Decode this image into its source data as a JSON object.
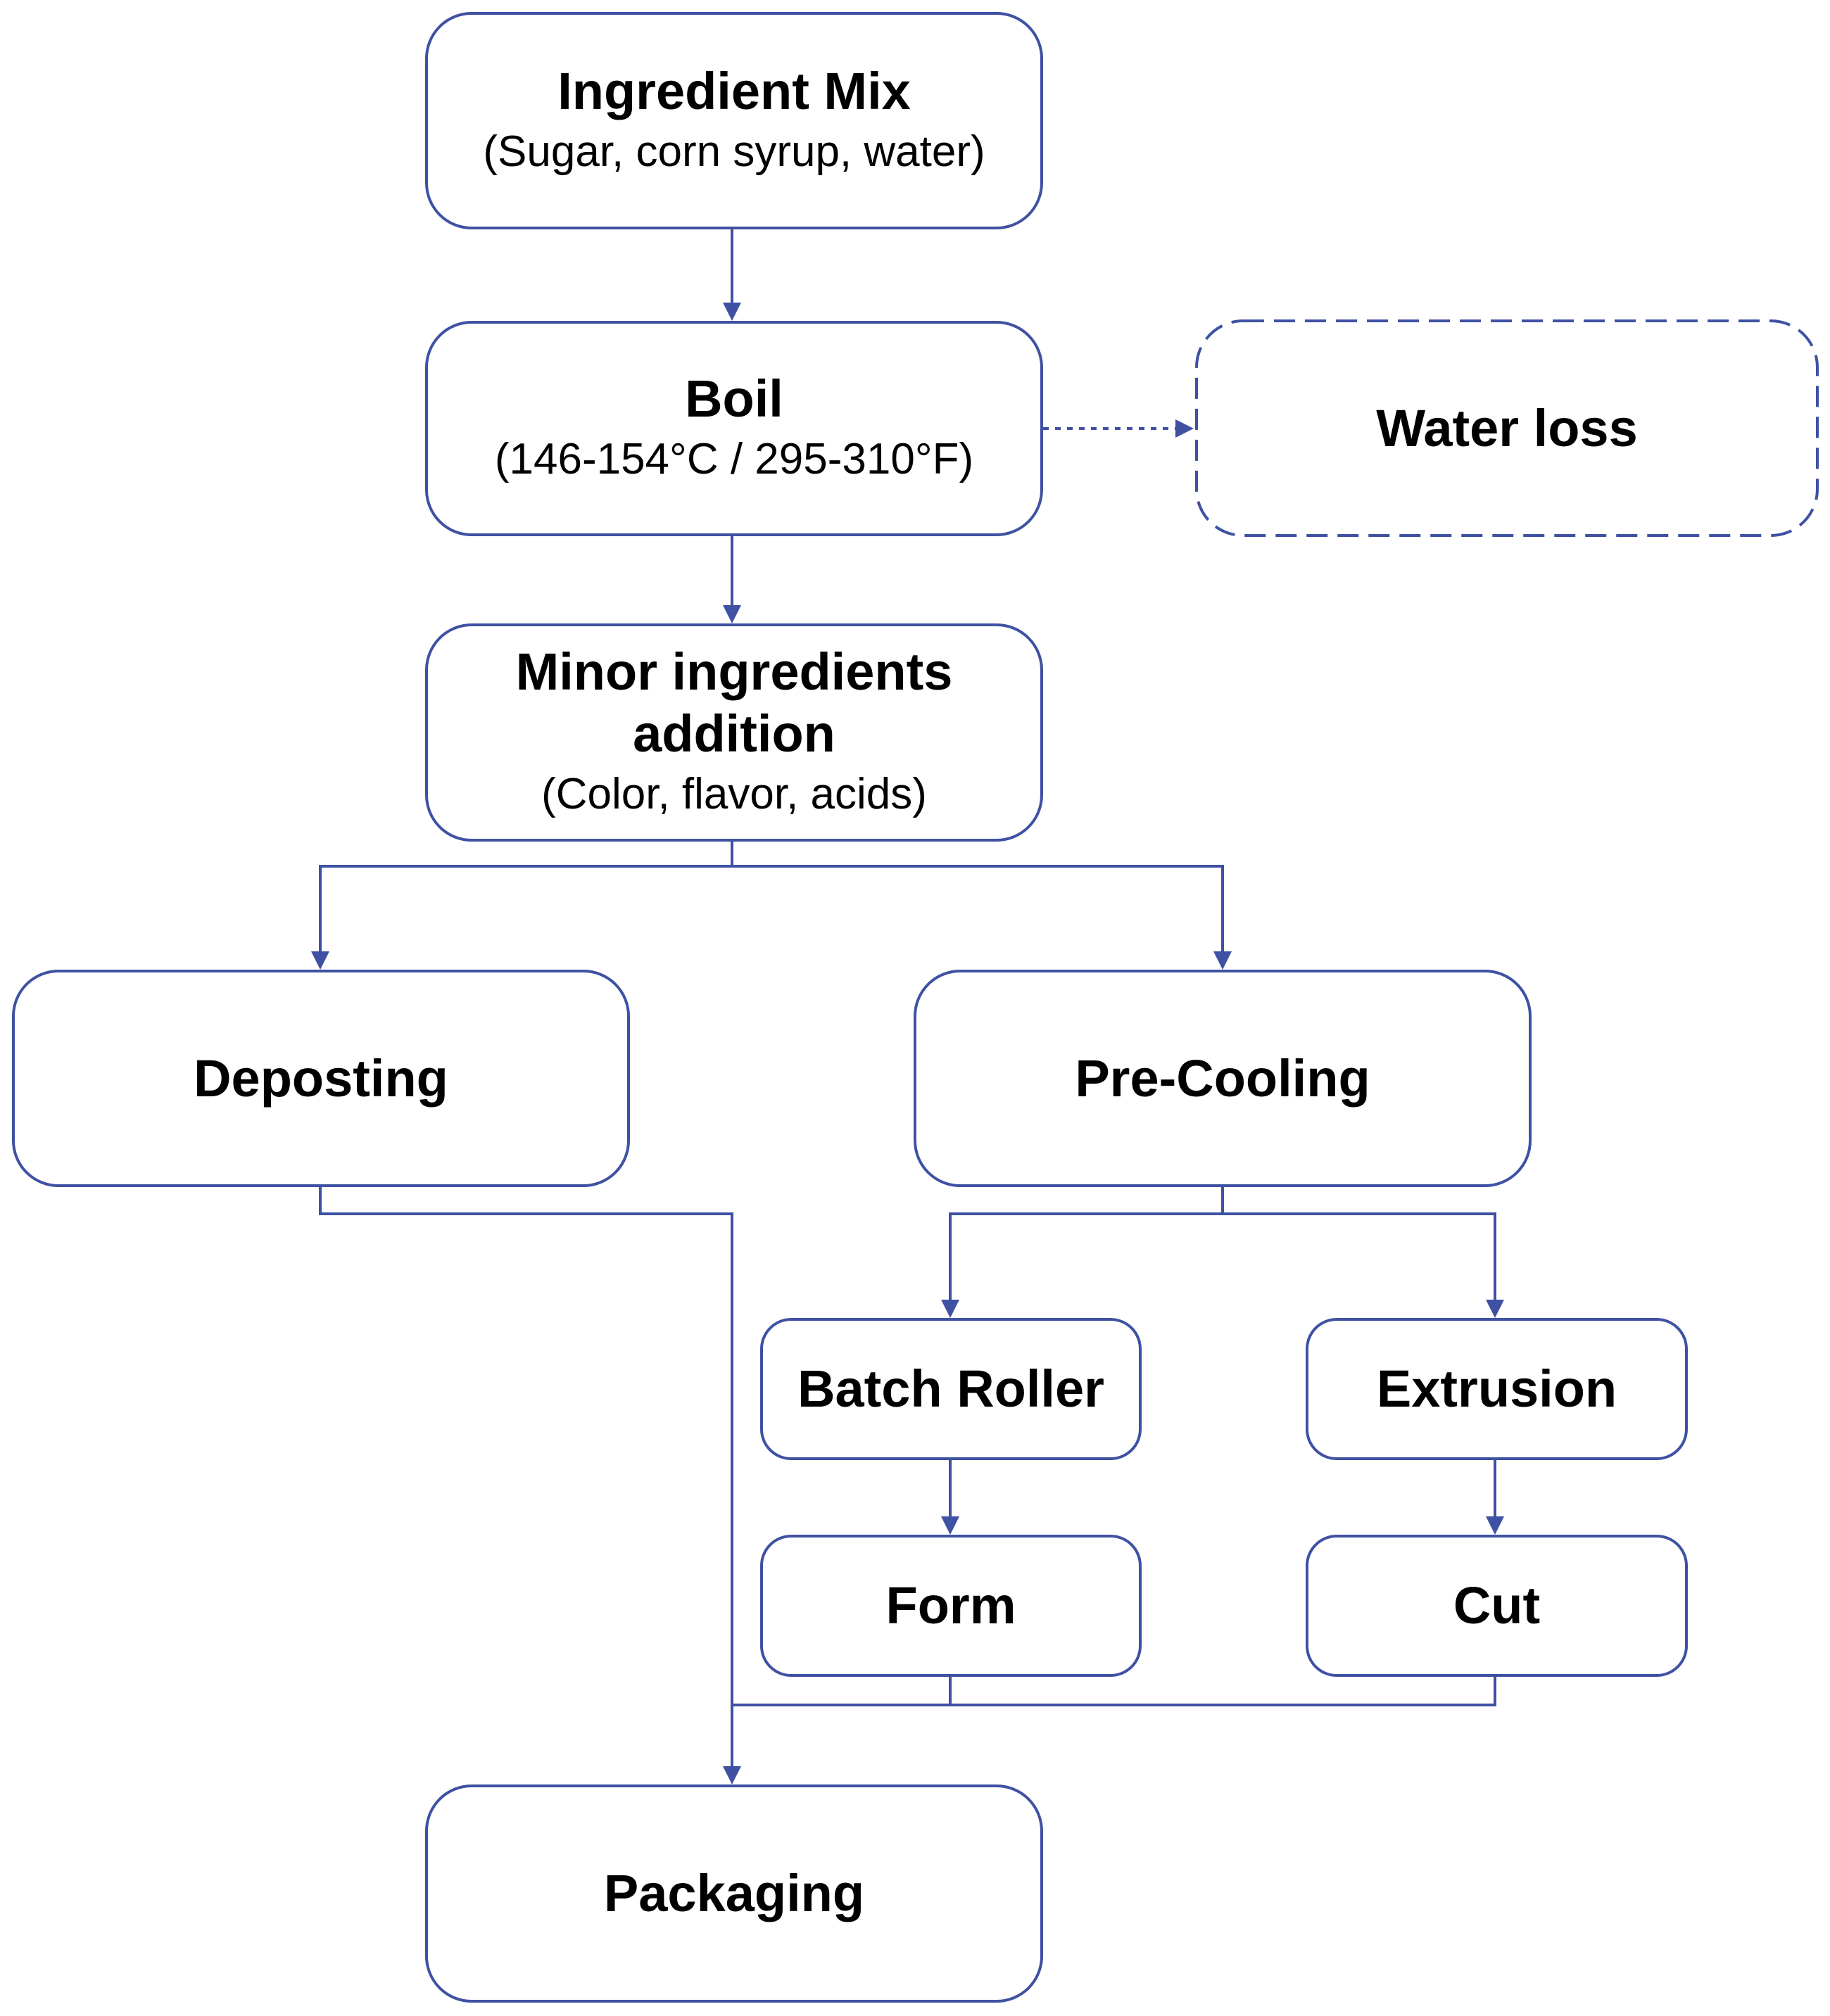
{
  "colors": {
    "stroke": "#3f51a3",
    "background": "#ffffff",
    "text": "#000000"
  },
  "nodes": {
    "ingredient_mix": {
      "title": "Ingredient Mix",
      "subtitle": "(Sugar, corn syrup, water)"
    },
    "boil": {
      "title": "Boil",
      "subtitle": "(146-154°C / 295-310°F)"
    },
    "water_loss": {
      "title": "Water loss"
    },
    "minor_ingredients": {
      "title_line1": "Minor ingredients",
      "title_line2": "addition",
      "subtitle": "(Color, flavor, acids)"
    },
    "deposting": {
      "title": "Deposting"
    },
    "pre_cooling": {
      "title": "Pre-Cooling"
    },
    "batch_roller": {
      "title": "Batch Roller"
    },
    "extrusion": {
      "title": "Extrusion"
    },
    "form": {
      "title": "Form"
    },
    "cut": {
      "title": "Cut"
    },
    "packaging": {
      "title": "Packaging"
    }
  }
}
